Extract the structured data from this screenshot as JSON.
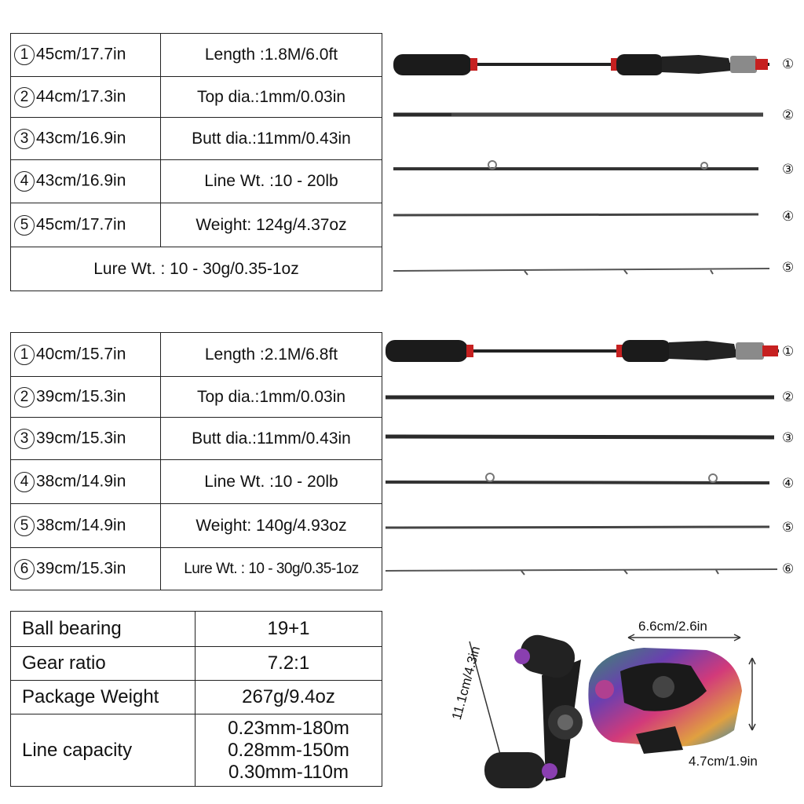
{
  "rod1": {
    "rows": [
      {
        "num": "1",
        "size": "45cm/17.7in",
        "spec": "Length :1.8M/6.0ft"
      },
      {
        "num": "2",
        "size": "44cm/17.3in",
        "spec": "Top dia.:1mm/0.03in"
      },
      {
        "num": "3",
        "size": "43cm/16.9in",
        "spec": "Butt dia.:11mm/0.43in"
      },
      {
        "num": "4",
        "size": "43cm/16.9in",
        "spec": "Line Wt. :10 - 20lb"
      },
      {
        "num": "5",
        "size": "45cm/17.7in",
        "spec": "Weight: 124g/4.37oz"
      }
    ],
    "footer": "Lure Wt. : 10 - 30g/0.35-1oz",
    "section_labels": [
      "①",
      "②",
      "③",
      "④",
      "⑤"
    ]
  },
  "rod2": {
    "rows": [
      {
        "num": "1",
        "size": "40cm/15.7in",
        "spec": "Length :2.1M/6.8ft"
      },
      {
        "num": "2",
        "size": "39cm/15.3in",
        "spec": "Top dia.:1mm/0.03in"
      },
      {
        "num": "3",
        "size": "39cm/15.3in",
        "spec": "Butt dia.:11mm/0.43in"
      },
      {
        "num": "4",
        "size": "38cm/14.9in",
        "spec": "Line Wt. :10 - 20lb"
      },
      {
        "num": "5",
        "size": "38cm/14.9in",
        "spec": "Weight: 140g/4.93oz"
      },
      {
        "num": "6",
        "size": "39cm/15.3in",
        "spec": "Lure Wt. : 10 - 30g/0.35-1oz"
      }
    ],
    "section_labels": [
      "①",
      "②",
      "③",
      "④",
      "⑤",
      "⑥"
    ]
  },
  "reel": {
    "rows": [
      {
        "label": "Ball bearing",
        "value": "19+1"
      },
      {
        "label": "Gear ratio",
        "value": "7.2:1"
      },
      {
        "label": "Package Weight",
        "value": "267g/9.4oz"
      }
    ],
    "line_capacity": {
      "label": "Line capacity",
      "values": [
        "0.23mm-180m",
        "0.28mm-150m",
        "0.30mm-110m"
      ]
    },
    "dims": {
      "width": "6.6cm/2.6in",
      "height": "11.1cm/4.3in",
      "depth": "4.7cm/1.9in"
    }
  }
}
